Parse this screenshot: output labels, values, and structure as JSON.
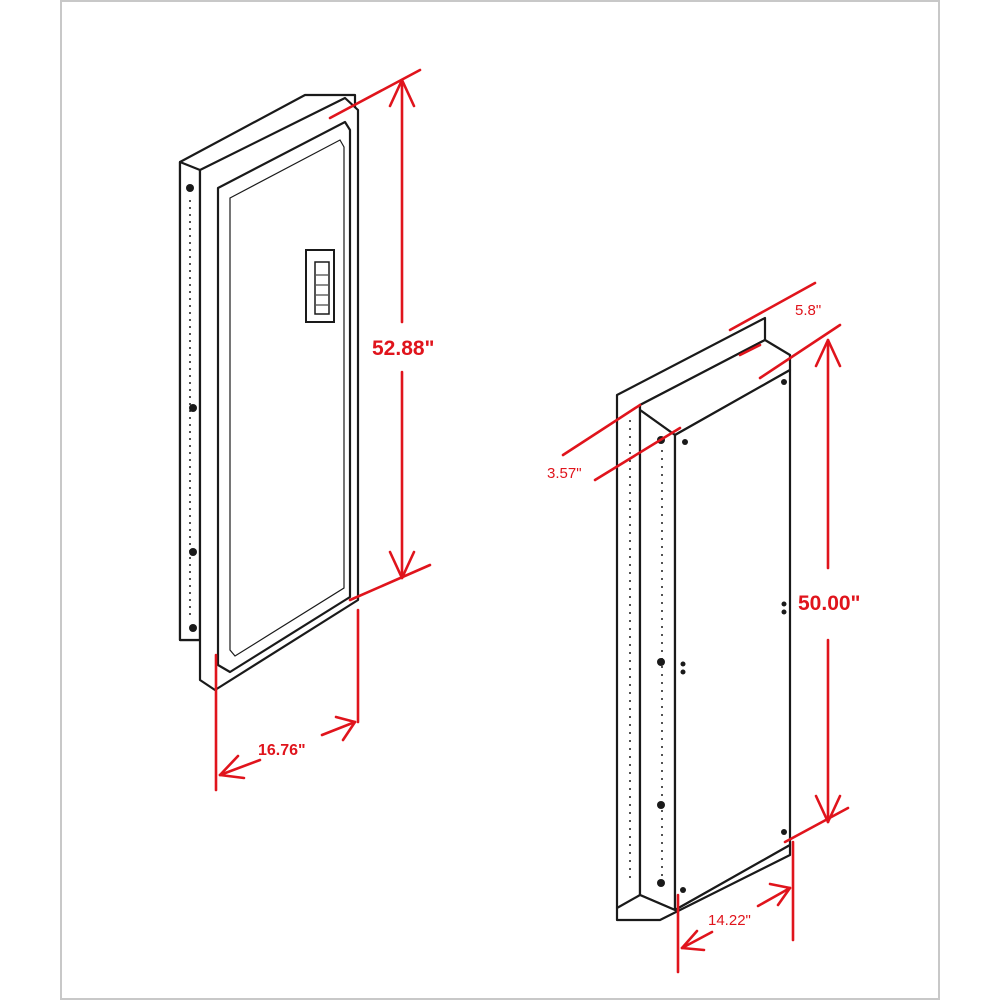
{
  "dimensions": {
    "front_height": "52.88\"",
    "front_width": "16.76\"",
    "back_height": "50.00\"",
    "back_depth_top": "5.8\"",
    "back_depth_side": "3.57\"",
    "back_width": "14.22\""
  },
  "colors": {
    "dimension": "#e0141c",
    "outline": "#1a1a1a",
    "frame": "#c8c8c8"
  }
}
